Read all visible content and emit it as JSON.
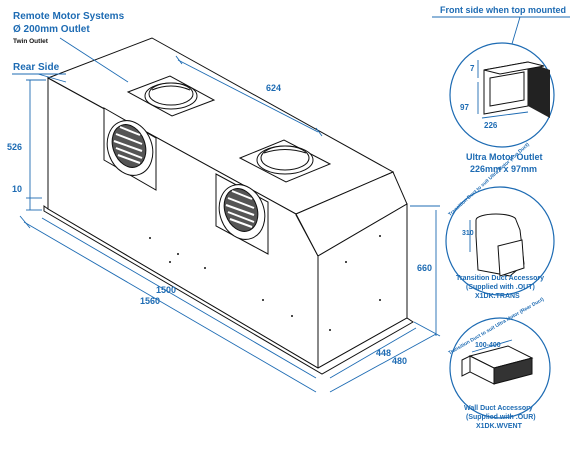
{
  "labels": {
    "remote_motor_line1": "Remote Motor Systems",
    "remote_motor_line2": "Ø 200mm Outlet",
    "twin_outlet": "Twin Outlet",
    "rear_side": "Rear Side",
    "front_side_top": "Front side when top mounted",
    "ultra_motor_outlet_1": "Ultra Motor Outlet",
    "ultra_motor_outlet_2": "226mm x 97mm",
    "transition_title": "Transition Duct to suit Ultra Motor (Top Duct)",
    "transition_acc_1": "Transition Duct Accessory",
    "transition_acc_2": "(Supplied with .OUT)",
    "transition_acc_3": "X1DK.TRANS",
    "wall_title": "Transition Duct to suit Ultra Motor (Rear Duct)",
    "wall_acc_1": "Wall Duct Accessory",
    "wall_acc_2": "(Supplied with .OUR)",
    "wall_acc_3": "X1DK.WVENT"
  },
  "dimensions": {
    "d624": "624",
    "d526": "526",
    "d10": "10",
    "d1500": "1500",
    "d1560": "1560",
    "d660": "660",
    "d448": "448",
    "d480": "480",
    "d7": "7",
    "d97": "97",
    "d226": "226",
    "d310": "310",
    "d100_400": "100-400"
  },
  "colors": {
    "accent": "#1d6bb3",
    "line": "#111111"
  }
}
